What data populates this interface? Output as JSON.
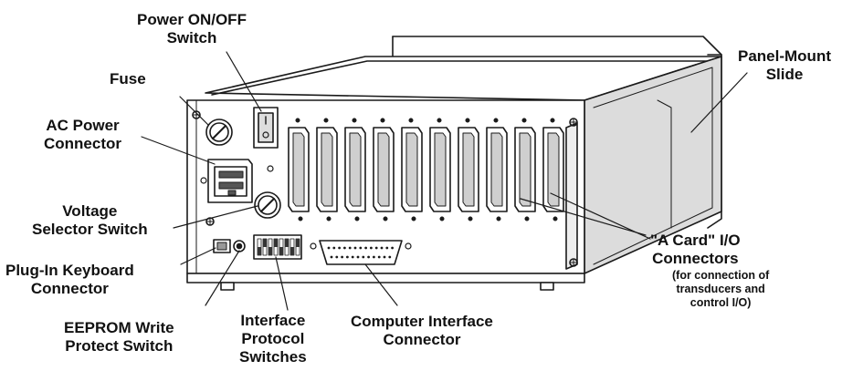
{
  "diagram": {
    "labels": {
      "power_switch": [
        "Power ON/OFF",
        "Switch"
      ],
      "fuse": [
        "Fuse"
      ],
      "ac_power": [
        "AC Power",
        "Connector"
      ],
      "voltage_selector": [
        "Voltage",
        "Selector Switch"
      ],
      "keyboard": [
        "Plug-In Keyboard",
        "Connector"
      ],
      "eeprom": [
        "EEPROM Write",
        "Protect Switch"
      ],
      "interface_protocol": [
        "Interface",
        "Protocol",
        "Switches"
      ],
      "computer_interface": [
        "Computer Interface",
        "Connector"
      ],
      "panel_mount": [
        "Panel-Mount",
        "Slide"
      ],
      "a_card": [
        "\"A Card\" I/O",
        "Connectors"
      ],
      "a_card_note": [
        "(for connection of",
        "transducers and",
        "control I/O)"
      ]
    },
    "colors": {
      "line": "#1a1a1a",
      "shade": "#d6d6d6",
      "face": "#ffffff"
    }
  }
}
